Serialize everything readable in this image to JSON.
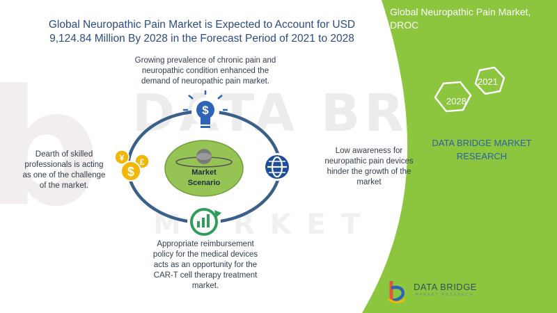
{
  "headline": {
    "line1": "Global Neuropathic Pain Market is Expected to Account for USD",
    "line2": "9,124.84 Million By 2028 in the Forecast Period of 2021 to 2028"
  },
  "right_panel": {
    "title_line1": "Global Neuropathic Pain Market,",
    "title_line2": "DROC",
    "year_top": "2021",
    "year_bottom": "2028",
    "brand_line1": "DATA BRIDGE MARKET",
    "brand_line2": "RESEARCH",
    "panel_color": "#8cc63f"
  },
  "center": {
    "label_line1": "Market",
    "label_line2": "Scenario"
  },
  "drivers": {
    "top": {
      "line1": "Growing prevalence of chronic pain and",
      "line2": "neuropathic condition enhanced the",
      "line3": "demand of neuropathic pain market."
    },
    "right": {
      "line1": "Low awareness for",
      "line2": "neuropathic pain devices",
      "line3": "hinder the growth of the",
      "line4": "market"
    },
    "bottom": {
      "line1": "Appropriate reimbursement",
      "line2": "policy for the medical devices",
      "line3": "acts as an opportunity for the",
      "line4": "CAR-T cell therapy treatment",
      "line5": "market."
    },
    "left": {
      "line1": "Dearth of skilled",
      "line2": "professionals is acting",
      "line3": "as one of the challenge",
      "line4": "of the market."
    }
  },
  "icons": {
    "top": "lightbulb-dollar-icon",
    "right": "globe-icon",
    "bottom": "growth-chart-icon",
    "left": "currency-coins-icon"
  },
  "logo": {
    "name": "DATA BRIDGE",
    "tagline": "MARKET RESEARCH"
  },
  "watermark": {
    "letter": "b",
    "line1": "DATA BRIDGE",
    "line2": "MARKET RESEARCH"
  }
}
